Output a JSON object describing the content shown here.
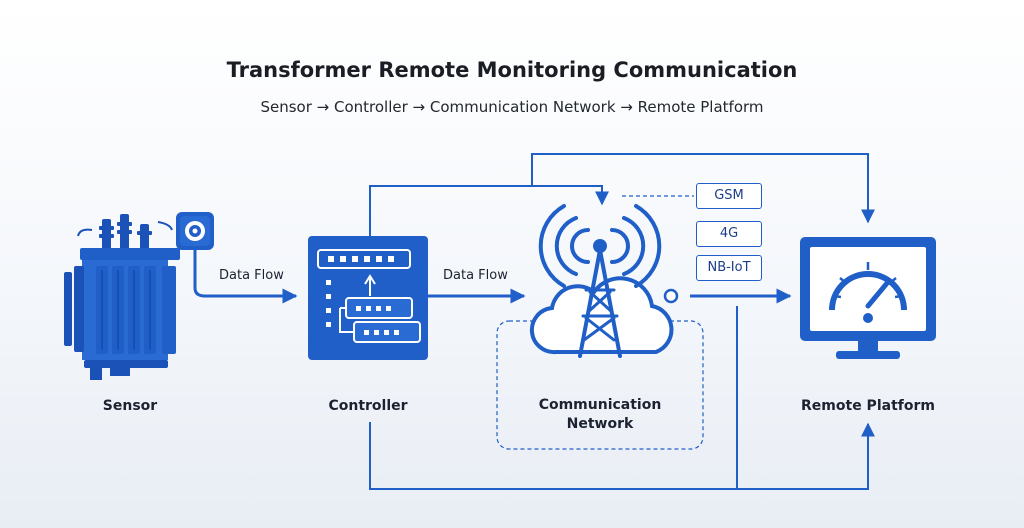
{
  "title": "Transformer Remote Monitoring Communication",
  "subtitle": "Sensor → Controller → Communication Network → Remote Platform",
  "nodes": {
    "sensor": "Sensor",
    "controller": "Controller",
    "network_line1": "Communication",
    "network_line2": "Network",
    "platform": "Remote Platform"
  },
  "flows": {
    "sensor_to_controller": "Data Flow",
    "controller_to_network": "Data Flow"
  },
  "network_types": [
    "GSM",
    "4G",
    "NB-IoT"
  ],
  "colors": {
    "primary": "#1f5fc7",
    "dark": "#1b3f86",
    "text": "#1c2230"
  },
  "icons": {
    "sensor": "transformer-icon",
    "sensor_device": "sensor-device-icon",
    "controller": "controller-icon",
    "network": "cell-tower-cloud-icon",
    "platform": "monitor-gauge-icon"
  }
}
